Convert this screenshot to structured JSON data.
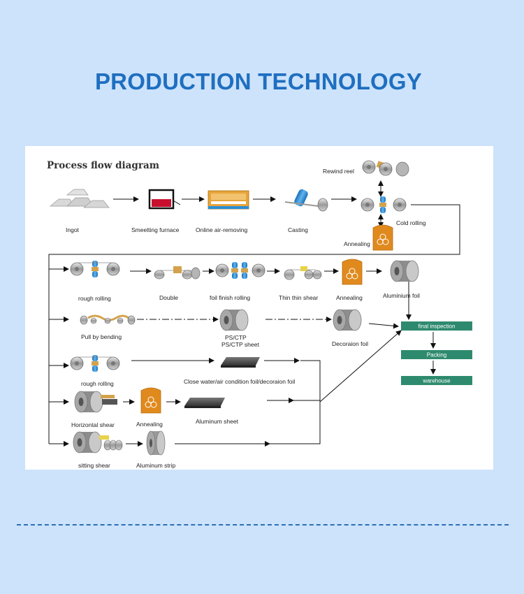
{
  "page_title": "PRODUCTION TECHNOLOGY",
  "diagram": {
    "title": "Process flow diagram",
    "labels": {
      "ingot": "Ingot",
      "smelting_furnace": "Smeelting furnace",
      "online_air_removing": "Online air-removing",
      "casting": "Casting",
      "rewind_reel": "Rewind reel",
      "cold_rolling": "Cold rolling",
      "annealing_top": "Annealing",
      "rough_rolling_1": "rough rolling",
      "double": "Double",
      "foil_finish_rolling": "foil finish rolling",
      "thin_thin_shear": "Thin thin shear",
      "annealing_2": "Annealing",
      "aluminium_foil": "Aluminium foil",
      "pull_by_bending": "Pull by bending",
      "ps_ctp_1": "PS/CTP",
      "ps_ctp_2": "PS/CTP sheet",
      "decoration_foil": "Decoraion foil",
      "rough_rolling_2": "rough rolling",
      "close_water": "Close water/air condition foil/decoraion foil",
      "horizontal_shear": "Horizontal shear",
      "annealing_3": "Annealing",
      "aluminum_sheet": "Aluminum sheet",
      "sitting_shear": "sitting shear",
      "aluminum_strip": "Aluminum strip",
      "final_inspection": "final inspection",
      "packing": "Packing",
      "warehouse": "warehouse"
    }
  },
  "colors": {
    "background": "#cde3fb",
    "title": "#1f6fc0",
    "box_green": "#2e8a6e",
    "annealing_orange": "#e08a1e",
    "roller_blue": "#2a8fd6",
    "divider": "#2b6fb8"
  }
}
